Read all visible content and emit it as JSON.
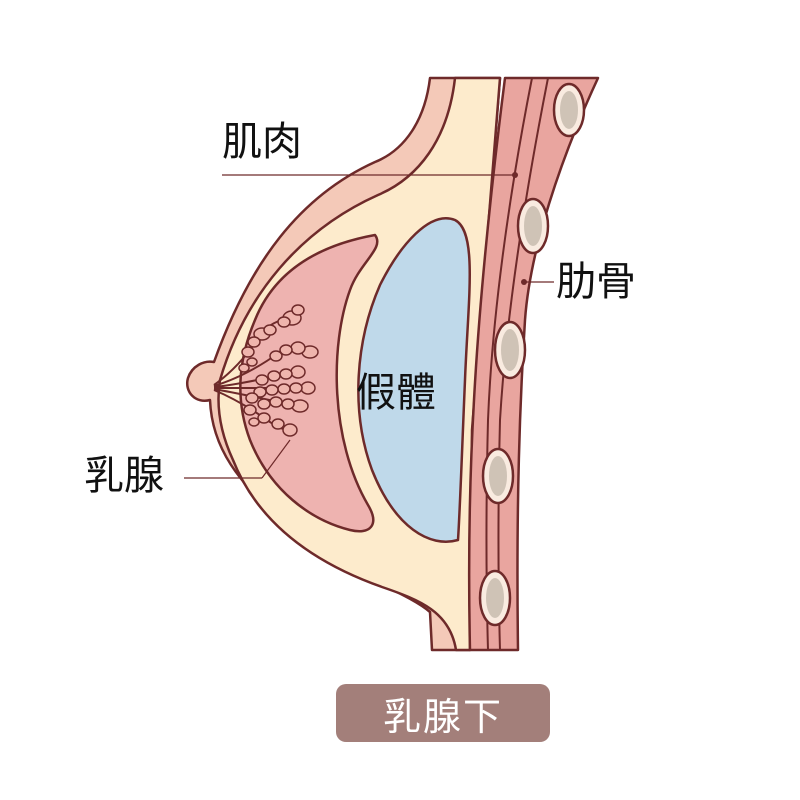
{
  "labels": {
    "muscle": "肌肉",
    "rib": "肋骨",
    "implant": "假體",
    "gland": "乳腺"
  },
  "badge": {
    "text": "乳腺下"
  },
  "colors": {
    "outline": "#6e2a2a",
    "skin": "#f4c9b8",
    "fat": "#fdebcc",
    "gland": "#eeb3b0",
    "implant": "#bfd9ea",
    "muscle": "#e9a59f",
    "muscle_dark": "#df8f88",
    "rib_outer": "#f9ebe0",
    "rib_inner": "#cfc3b6",
    "badge_bg": "#a37f7a",
    "label_text": "#111111"
  }
}
